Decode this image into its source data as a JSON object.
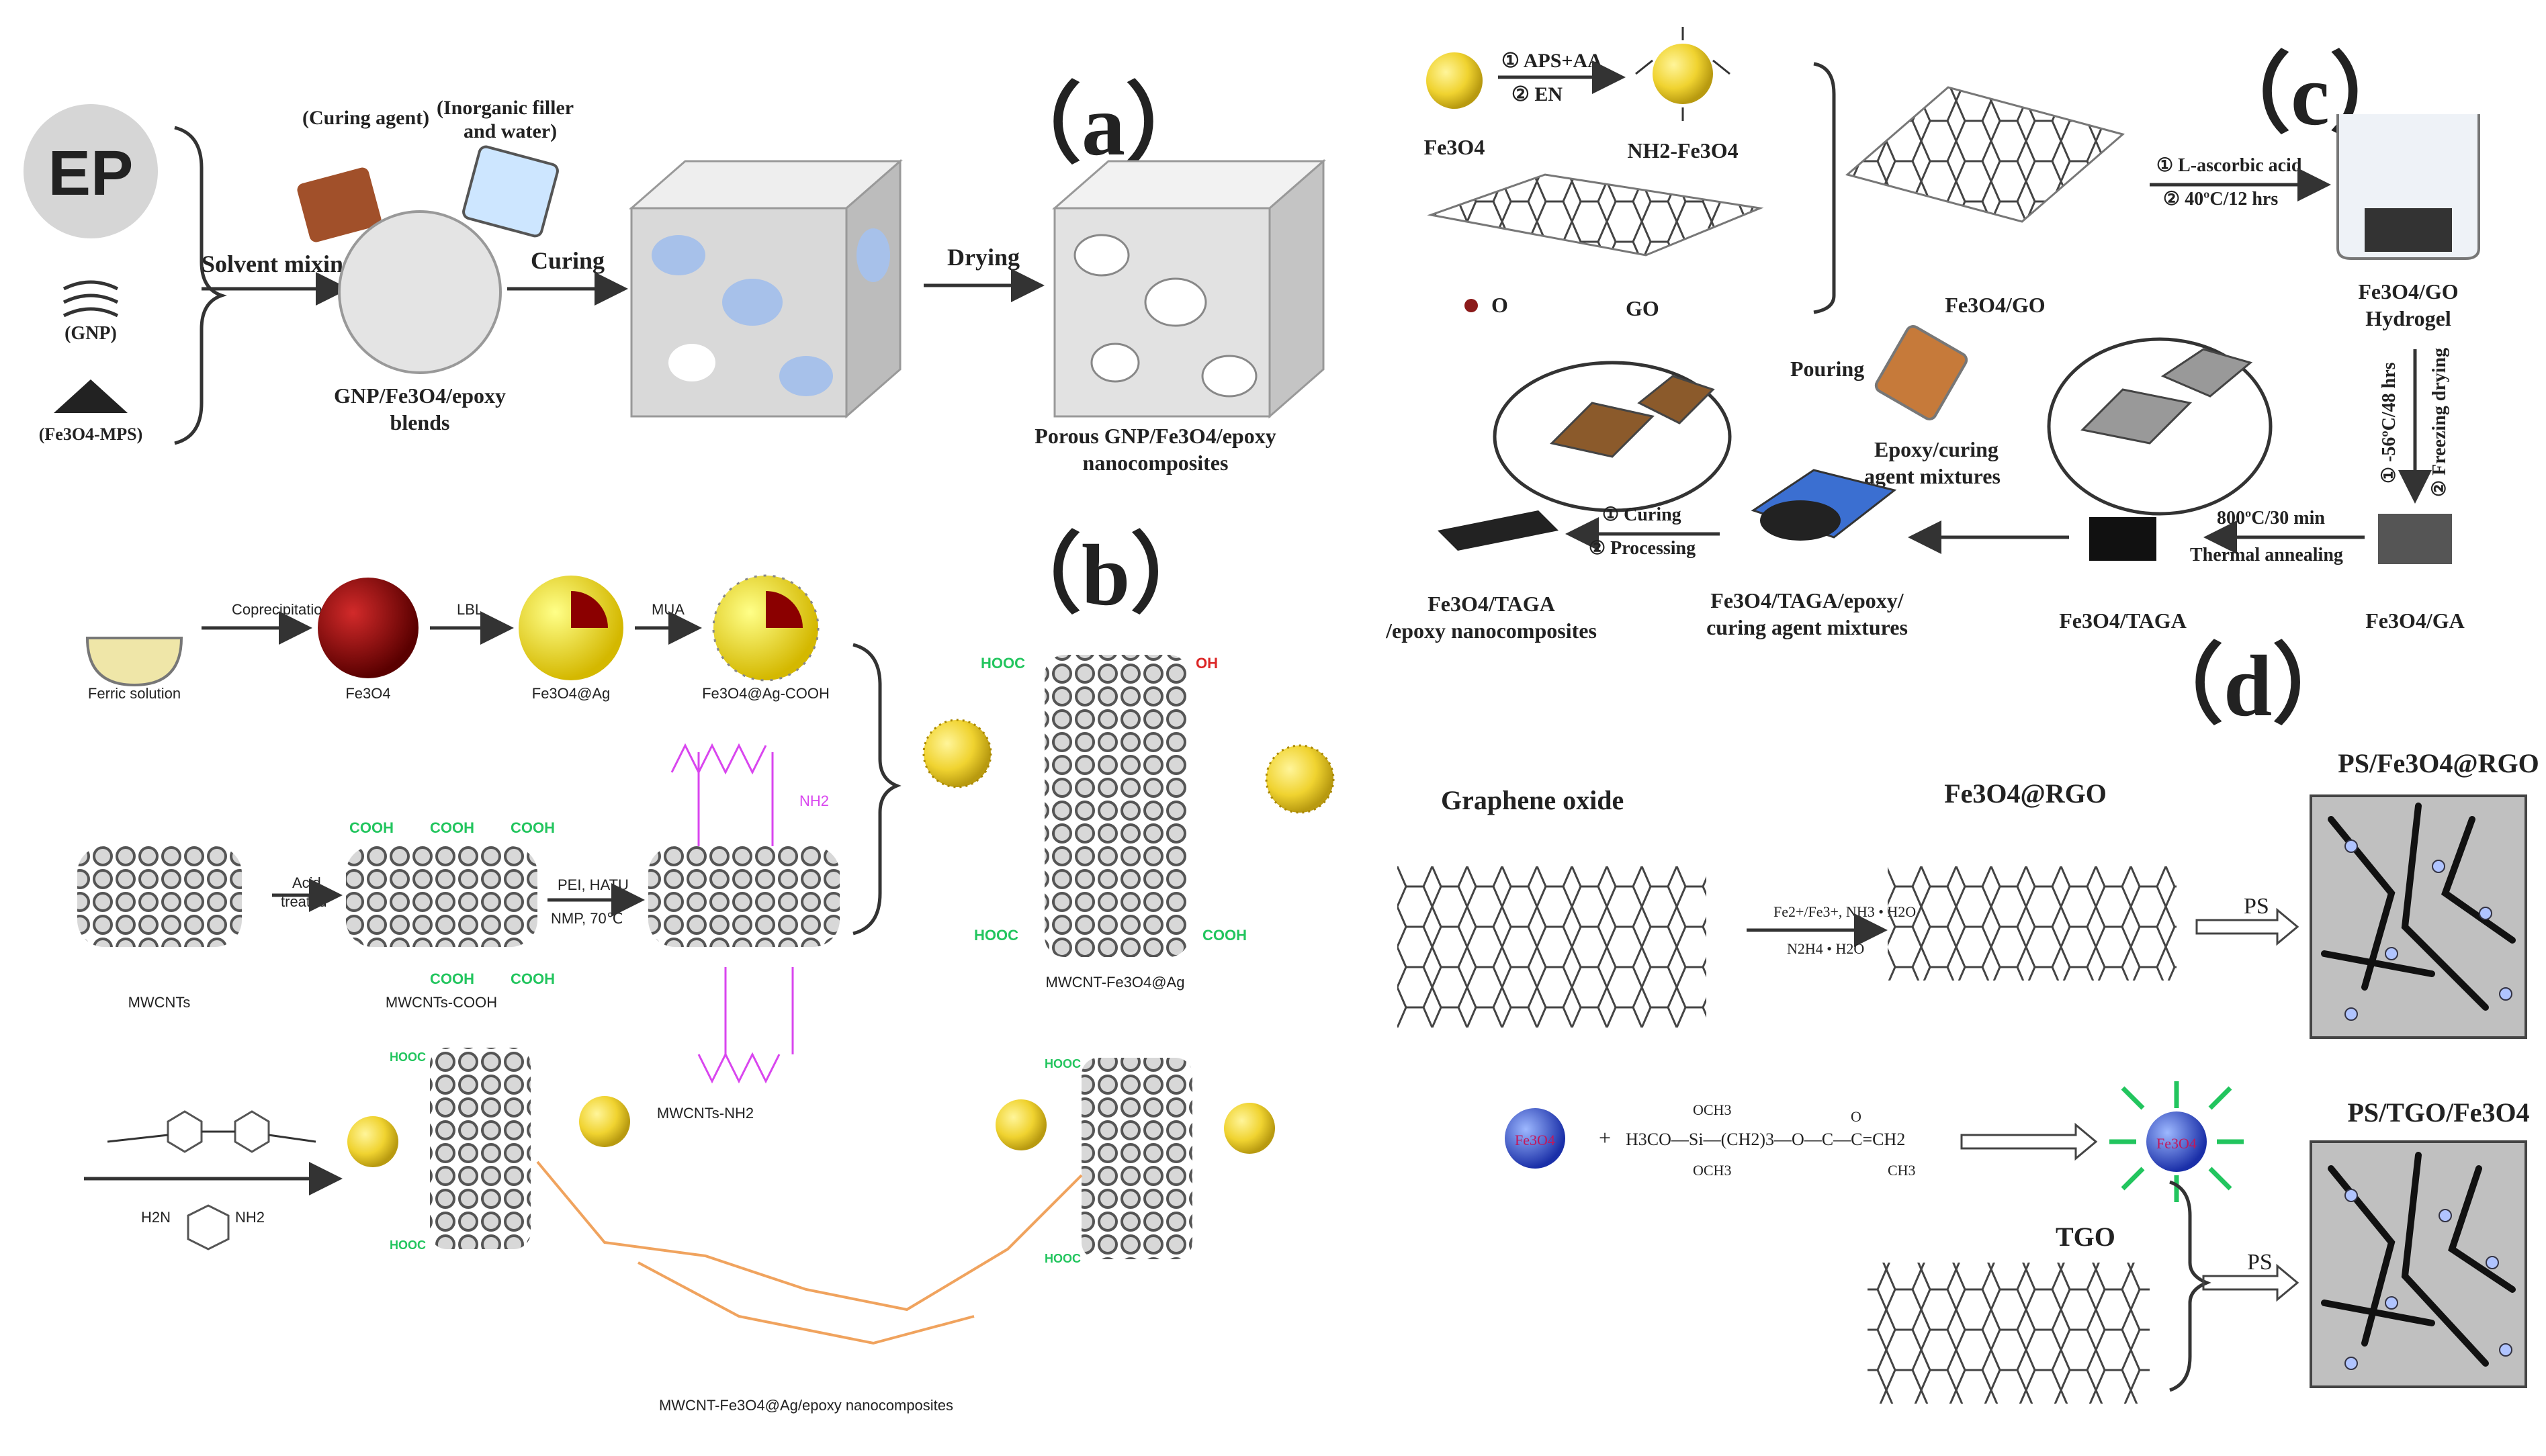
{
  "panel_labels": {
    "a": "（a）",
    "b": "（b）",
    "c": "（c）",
    "d": "（d）"
  },
  "panel_a": {
    "ep": "EP",
    "gnp": "(GNP)",
    "mps": "(Fe3O4-MPS)",
    "curing_agent": "(Curing agent)",
    "filler_1": "(Inorganic filler",
    "filler_2": "and water)",
    "solvent_mixing": "Solvent mixing",
    "curing": "Curing",
    "drying": "Drying",
    "blend_1": "GNP/Fe3O4/epoxy",
    "blend_2": "blends",
    "porous_1": "Porous GNP/Fe3O4/epoxy",
    "porous_2": "nanocomposites"
  },
  "panel_b": {
    "ferric": "Ferric solution",
    "coprecipitation": "Coprecipitation",
    "fe3o4": "Fe3O4",
    "lbl": "LBL",
    "fe3o4_ag": "Fe3O4@Ag",
    "mua": "MUA",
    "fe3o4_ag_cooh": "Fe3O4@Ag-COOH",
    "mwcnts": "MWCNTs",
    "acid_1": "Acid",
    "acid_2": "treated",
    "cooh": "COOH",
    "oh": "OH",
    "hooc": "HOOC",
    "mwcnts_cooh": "MWCNTs-COOH",
    "pei_1": "PEI, HATU",
    "pei_2": "NMP, 70℃",
    "mwcnts_nh2": "MWCNTs-NH2",
    "nh2": "NH2",
    "mwcnt_fe3o4_ag": "MWCNT-Fe3O4@Ag",
    "nano": "MWCNT-Fe3O4@Ag/epoxy nanocomposites",
    "h2n": "H2N"
  },
  "panel_c": {
    "fe3o4": "Fe3O4",
    "aps": "① APS+AA",
    "en": "② EN",
    "nh2_fe3o4": "NH2-Fe3O4",
    "o": "O",
    "go": "GO",
    "fe3o4_go": "Fe3O4/GO",
    "ascorbic": "① L-ascorbic acid",
    "temp": "② 40ºC/12 hrs",
    "hydrogel_1": "Fe3O4/GO",
    "hydrogel_2": "Hydrogel",
    "freeze_1": "① -56ºC/48 hrs",
    "freeze_2": "② Freezing drying",
    "pouring": "Pouring",
    "epoxy_1": "Epoxy/curing",
    "epoxy_2": "agent mixtures",
    "curing": "① Curing",
    "processing": "② Processing",
    "anneal_1": "800ºC/30 min",
    "anneal_2": "Thermal annealing",
    "taga_epoxy_1": "Fe3O4/TAGA",
    "taga_epoxy_2": "/epoxy nanocomposites",
    "mix_1": "Fe3O4/TAGA/epoxy/",
    "mix_2": "curing agent mixtures",
    "taga": "Fe3O4/TAGA",
    "ga": "Fe3O4/GA"
  },
  "panel_d": {
    "graphene_oxide": "Graphene oxide",
    "fe3o4_rgo": "Fe3O4@RGO",
    "ps_fe3o4_rgo": "PS/Fe3O4@RGO",
    "reagent_1": "Fe2+/Fe3+, NH3 • H2O",
    "reagent_2": "N2H4 • H2O",
    "ps": "PS",
    "fe3o4": "Fe3O4",
    "plus": "+",
    "silane": "H3CO—Si—(CH2)3—O—C—C=CH2",
    "och3": "OCH3",
    "ch3": "CH3",
    "o": "O",
    "tgo": "TGO",
    "ps_tgo": "PS/TGO/Fe3O4"
  }
}
